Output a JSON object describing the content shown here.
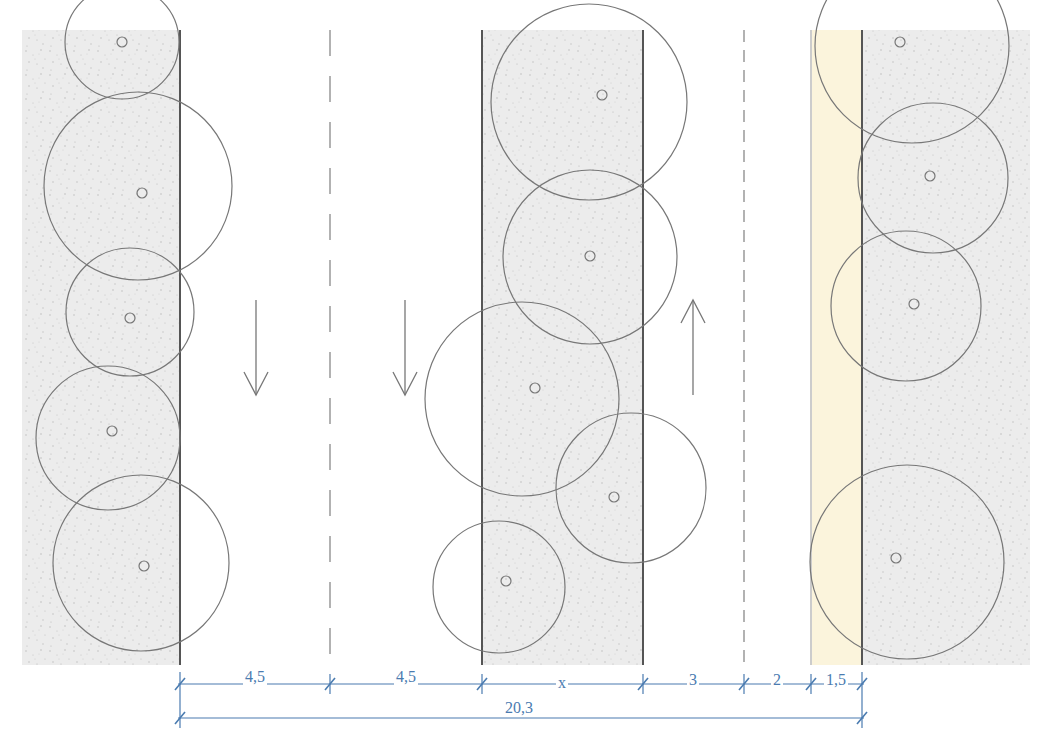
{
  "diagram": {
    "labels": [
      "4,5",
      "4,5",
      "x",
      "3",
      "2",
      "1,5",
      "20,3"
    ]
  }
}
